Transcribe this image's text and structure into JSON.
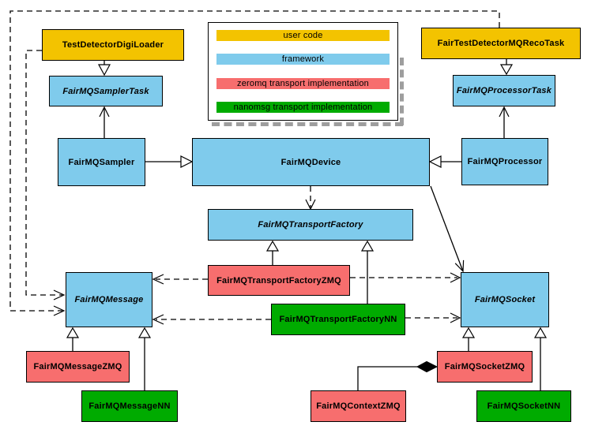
{
  "colors": {
    "user_code": "#F3C300",
    "framework": "#7FCBEC",
    "zeromq": "#F76E6E",
    "nanomsg": "#00AB00",
    "border": "#000000",
    "background": "#FFFFFF",
    "edge": "#000000",
    "legend_shadow": "#9E9E9E"
  },
  "legend": {
    "items": [
      {
        "label": "user code",
        "color": "user_code"
      },
      {
        "label": "framework",
        "color": "framework"
      },
      {
        "label": "zeromq transport implementation",
        "color": "zeromq"
      },
      {
        "label": "nanomsg transport implementation",
        "color": "nanomsg"
      }
    ]
  },
  "nodes": {
    "testDetectorDigiLoader": {
      "label": "TestDetectorDigiLoader",
      "color": "user_code",
      "abstract": false
    },
    "fairTestDetectorMQRecoTask": {
      "label": "FairTestDetectorMQRecoTask",
      "color": "user_code",
      "abstract": false
    },
    "fairMQSamplerTask": {
      "label": "FairMQSamplerTask",
      "color": "framework",
      "abstract": true
    },
    "fairMQProcessorTask": {
      "label": "FairMQProcessorTask",
      "color": "framework",
      "abstract": true
    },
    "fairMQSampler": {
      "label": "FairMQSampler",
      "color": "framework",
      "abstract": false
    },
    "fairMQDevice": {
      "label": "FairMQDevice",
      "color": "framework",
      "abstract": false
    },
    "fairMQProcessor": {
      "label": "FairMQProcessor",
      "color": "framework",
      "abstract": false
    },
    "fairMQTransportFactory": {
      "label": "FairMQTransportFactory",
      "color": "framework",
      "abstract": true
    },
    "fairMQTransportFactoryZMQ": {
      "label": "FairMQTransportFactoryZMQ",
      "color": "zeromq",
      "abstract": false
    },
    "fairMQTransportFactoryNN": {
      "label": "FairMQTransportFactoryNN",
      "color": "nanomsg",
      "abstract": false
    },
    "fairMQMessage": {
      "label": "FairMQMessage",
      "color": "framework",
      "abstract": true
    },
    "fairMQSocket": {
      "label": "FairMQSocket",
      "color": "framework",
      "abstract": true
    },
    "fairMQMessageZMQ": {
      "label": "FairMQMessageZMQ",
      "color": "zeromq",
      "abstract": false
    },
    "fairMQMessageNN": {
      "label": "FairMQMessageNN",
      "color": "nanomsg",
      "abstract": false
    },
    "fairMQContextZMQ": {
      "label": "FairMQContextZMQ",
      "color": "zeromq",
      "abstract": false
    },
    "fairMQSocketZMQ": {
      "label": "FairMQSocketZMQ",
      "color": "zeromq",
      "abstract": false
    },
    "fairMQSocketNN": {
      "label": "FairMQSocketNN",
      "color": "nanomsg",
      "abstract": false
    }
  }
}
